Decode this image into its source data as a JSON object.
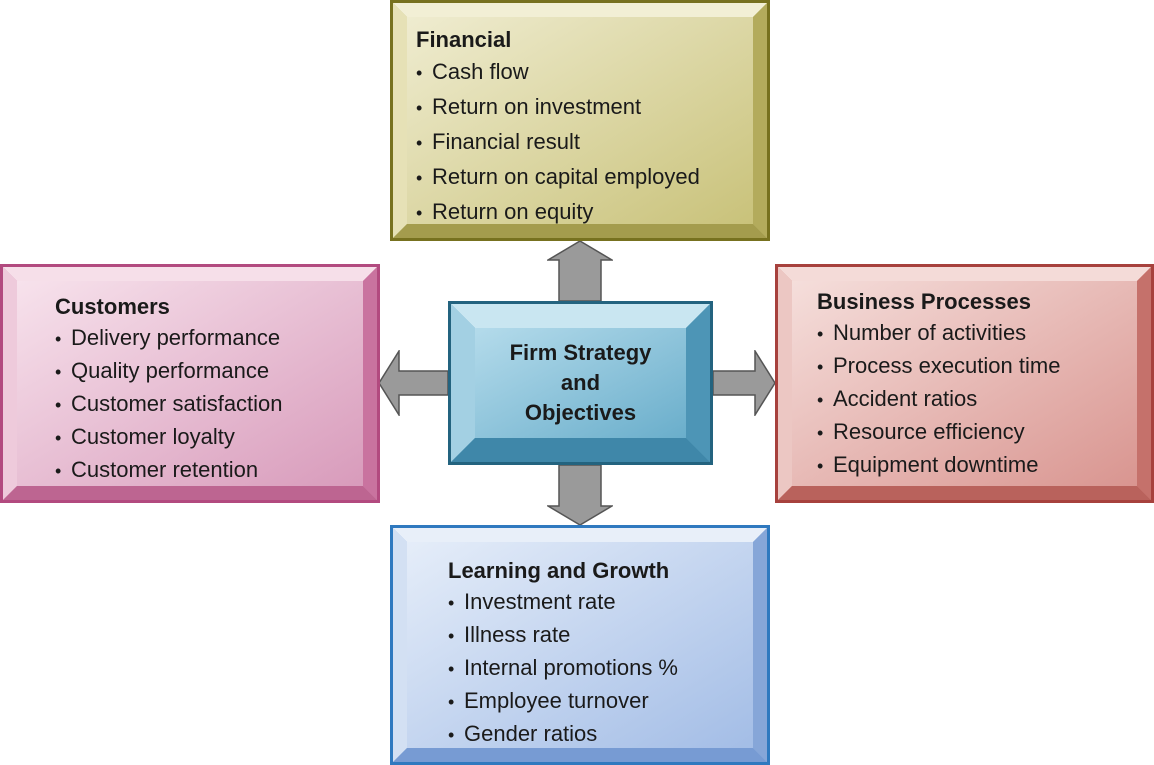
{
  "center": {
    "title_lines": [
      "Firm Strategy",
      "and",
      "Objectives"
    ]
  },
  "financial": {
    "heading": "Financial",
    "items": [
      "Cash flow",
      "Return on investment",
      "Financial result",
      "Return on capital employed",
      "Return on equity"
    ]
  },
  "customers": {
    "heading": "Customers",
    "items": [
      "Delivery performance",
      "Quality performance",
      "Customer satisfaction",
      "Customer loyalty",
      "Customer retention"
    ]
  },
  "business_processes": {
    "heading": "Business Processes",
    "items": [
      "Number of activities",
      "Process execution time",
      "Accident ratios",
      "Resource efficiency",
      "Equipment downtime"
    ]
  },
  "learning_growth": {
    "heading": "Learning and Growth",
    "items": [
      "Investment rate",
      "Illness rate",
      "Internal promotions %",
      "Employee turnover",
      "Gender ratios"
    ]
  },
  "colors": {
    "financial": "#d8d39c",
    "customers": "#e3a9c6",
    "business_processes": "#e6aaa4",
    "learning_growth": "#b3c8ea",
    "center": "#6fb4d1",
    "arrow": "#999999"
  }
}
